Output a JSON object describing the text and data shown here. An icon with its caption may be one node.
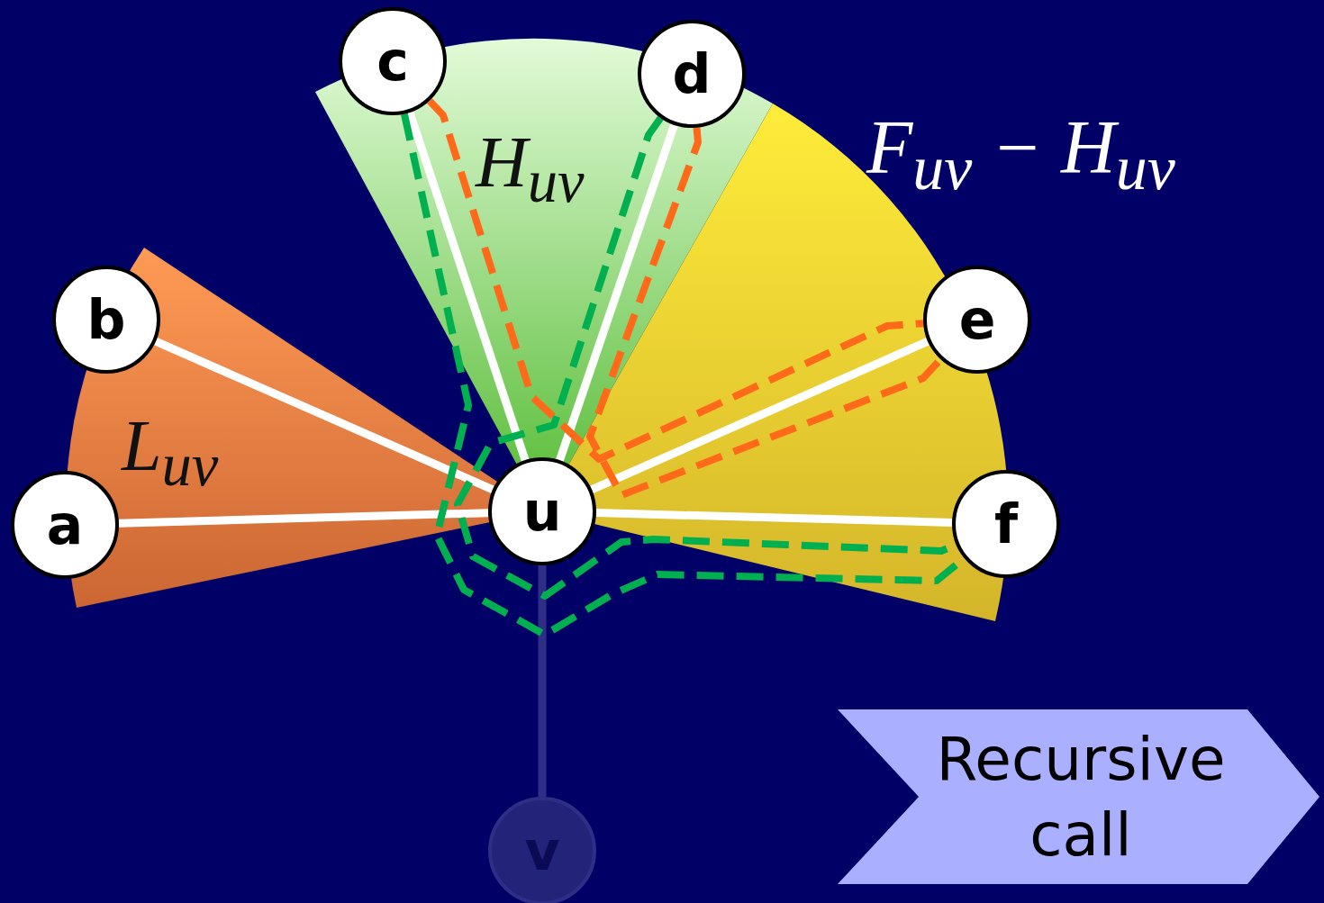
{
  "diagram": {
    "nodes": [
      {
        "text": [
          "H$_{uv}$"
        ]
      },
      {
        "text": [
          "F$_{uv}$ − H$_{uv}$"
        ]
      },
      {
        "text": [
          "L$_{uv}$"
        ]
      },
      {
        "text": [
          "c"
        ]
      },
      {
        "text": [
          "d"
        ]
      },
      {
        "text": [
          "b"
        ]
      },
      {
        "text": [
          "e"
        ]
      },
      {
        "text": [
          "a"
        ]
      },
      {
        "text": [
          "u"
        ]
      },
      {
        "text": [
          "f"
        ]
      },
      {
        "text": [
          "v"
        ]
      },
      {
        "text": [
          "Recursive call"
        ]
      }
    ],
    "edges": [
      {
        "from": 8,
        "to": 7,
        "arrow": "none"
      },
      {
        "from": 8,
        "to": 5,
        "arrow": "none"
      },
      {
        "from": 8,
        "to": 3,
        "arrow": "none"
      },
      {
        "from": 8,
        "to": 4,
        "arrow": "none"
      },
      {
        "from": 8,
        "to": 6,
        "arrow": "none"
      },
      {
        "from": 8,
        "to": 9,
        "arrow": "none"
      },
      {
        "from": 8,
        "to": 10,
        "arrow": "none",
        "color": "#2e2e86"
      },
      {
        "from": 3,
        "to": 9,
        "arrow": "none",
        "style": "dashed",
        "color": "#00b050"
      },
      {
        "from": 4,
        "to": 9,
        "arrow": "none",
        "style": "dashed",
        "color": "#00b050"
      },
      {
        "from": 3,
        "to": 6,
        "arrow": "none",
        "style": "dashed",
        "color": "#ff6a1a"
      },
      {
        "from": 4,
        "to": 6,
        "arrow": "none",
        "style": "dashed",
        "color": "#ff6a1a"
      }
    ]
  }
}
